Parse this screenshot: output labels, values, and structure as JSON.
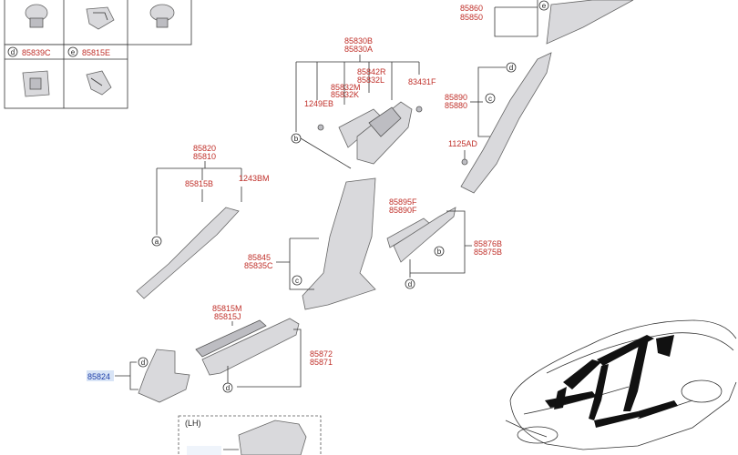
{
  "fasteners_table": {
    "row2": [
      {
        "letter": "d",
        "part": "85839C"
      },
      {
        "letter": "e",
        "part": "85815E"
      }
    ]
  },
  "callouts": {
    "c85860": "85860",
    "c85850": "85850",
    "e_top": "e",
    "c85830B": "85830B",
    "c85830A": "85830A",
    "c85842R": "85842R",
    "c85832L": "85832L",
    "c85832M": "85832M",
    "c85832K": "85832K",
    "c83431F": "83431F",
    "c1249EB": "1249EB",
    "b_mid": "b",
    "d_right": "d",
    "c85890": "85890",
    "c85880": "85880",
    "c_right": "c",
    "c1125AD": "1125AD",
    "c85820": "85820",
    "c85810": "85810",
    "c85815B": "85815B",
    "c1243BM": "1243BM",
    "a_left": "a",
    "c85895F": "85895F",
    "c85890F": "85890F",
    "c85876B": "85876B",
    "c85875B": "85875B",
    "b_right": "b",
    "d_lowright": "d",
    "c85845": "85845",
    "c85835C": "85835C",
    "c_center": "c",
    "c85815M": "85815M",
    "c85815J": "85815J",
    "c85872": "85872",
    "c85871": "85871",
    "d_bottom": "d",
    "c85824": "85824",
    "d_leftbottom": "d",
    "lh": "(LH)"
  },
  "colors": {
    "part_number": "#c0302a",
    "highlight_bg": "#d8e4f6",
    "highlight_text": "#1f3fa8"
  }
}
